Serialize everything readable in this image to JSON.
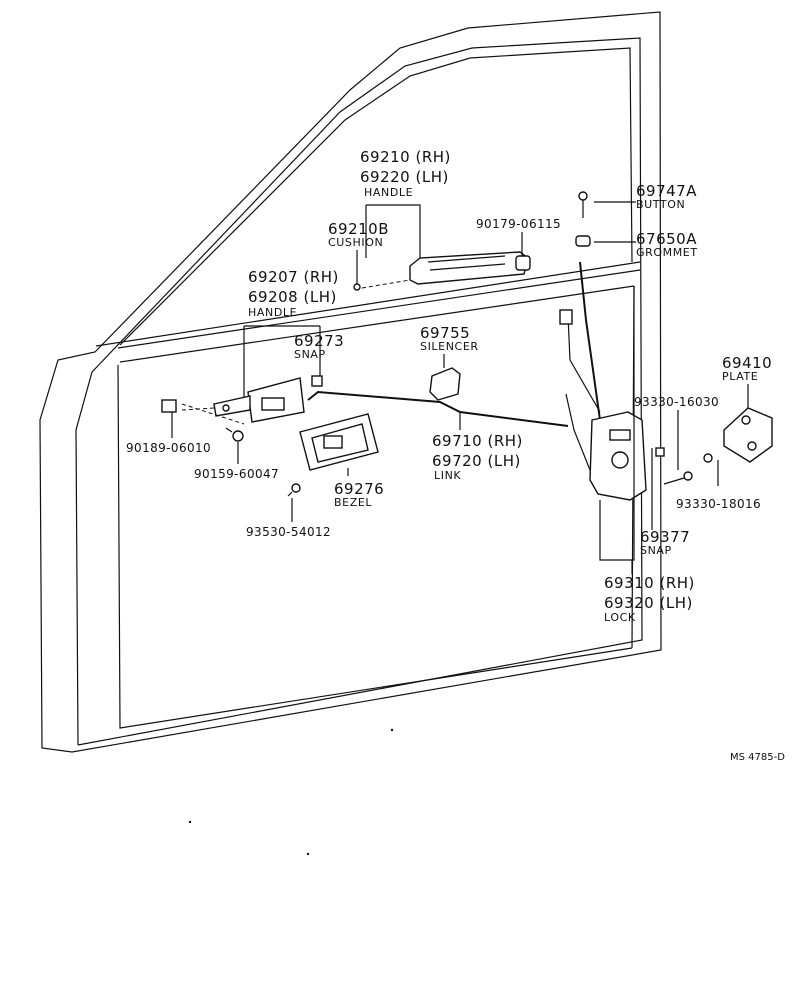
{
  "diagram_code": "MS 4785-D",
  "parts": {
    "outside_handle": {
      "rh": "69210 (RH)",
      "lh": "69220 (LH)",
      "name": "HANDLE"
    },
    "cushion": {
      "number": "69210B",
      "name": "CUSHION"
    },
    "bolt_90179": {
      "number": "90179-06115"
    },
    "button": {
      "number": "69747A",
      "name": "BUTTON"
    },
    "grommet": {
      "number": "67650A",
      "name": "GROMMET"
    },
    "inside_handle": {
      "rh": "69207 (RH)",
      "lh": "69208 (LH)",
      "name": "HANDLE"
    },
    "snap_69273": {
      "number": "69273",
      "name": "SNAP"
    },
    "silencer": {
      "number": "69755",
      "name": "SILENCER"
    },
    "plate": {
      "number": "69410",
      "name": "PLATE"
    },
    "screw_93330_16030": {
      "number": "93330-16030"
    },
    "clip_90189": {
      "number": "90189-06010"
    },
    "link": {
      "rh": "69710 (RH)",
      "lh": "69720 (LH)",
      "name": "LINK"
    },
    "screw_90159": {
      "number": "90159-60047"
    },
    "bezel": {
      "number": "69276",
      "name": "BEZEL"
    },
    "screw_93330_18016": {
      "number": "93330-18016"
    },
    "screw_93530": {
      "number": "93530-54012"
    },
    "snap_69377": {
      "number": "69377",
      "name": "SNAP"
    },
    "lock": {
      "rh": "69310 (RH)",
      "lh": "69320 (LH)",
      "name": "LOCK"
    }
  }
}
